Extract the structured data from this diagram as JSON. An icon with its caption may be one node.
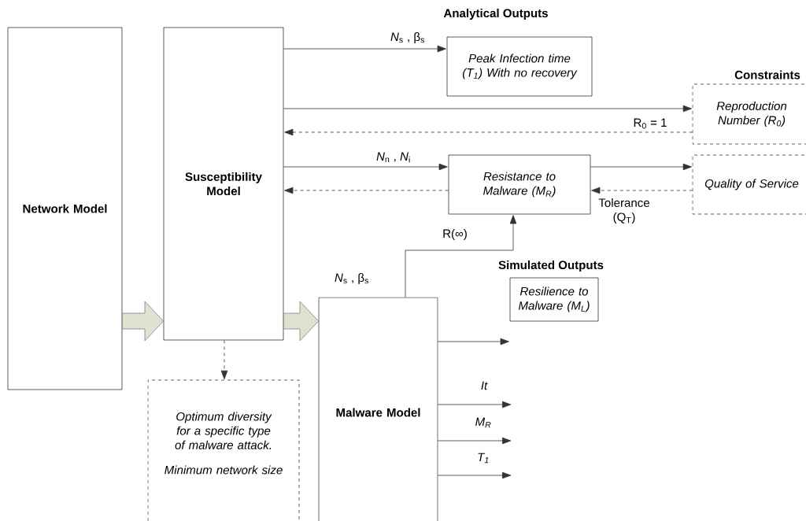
{
  "diagram": {
    "nodes": [
      {
        "text": [
          "Network Model"
        ]
      },
      {
        "text": [
          "Susceptibility Model"
        ]
      },
      {
        "text": [
          "Peak Infection time (T$_{1}$) With no recovery"
        ]
      },
      {
        "text": [
          "Reproduction Number (R$_{0}$)"
        ]
      },
      {
        "text": [
          "Resistance to Malware (M$_{R}$)"
        ]
      },
      {
        "text": [
          "Quality of Service"
        ]
      },
      {
        "text": [
          "Malware Model"
        ]
      },
      {
        "text": [
          "Resilience to Malware (M$_{L}$)"
        ]
      },
      {
        "text": [
          "Optimum diversity for a specific type of malware attack.",
          "Minimum network size"
        ]
      }
    ],
    "edges": [
      {
        "from": 1,
        "to": 2,
        "arrow": "to",
        "label": "*N*$_{s}$ , β$_{s}$"
      },
      {
        "from": 1,
        "to": 3,
        "arrow": "to"
      },
      {
        "from": 3,
        "to": 1,
        "arrow": "to",
        "style": "dashed",
        "label": "R$_{0}$ = 1"
      },
      {
        "from": 1,
        "to": 4,
        "arrow": "to",
        "label": "*N*$_{n}$ ,  *N*$_{i}$"
      },
      {
        "from": 4,
        "to": 1,
        "arrow": "to",
        "style": "dashed"
      },
      {
        "from": 4,
        "to": 5,
        "arrow": "to"
      },
      {
        "from": 5,
        "to": 4,
        "arrow": "to",
        "style": "dashed",
        "label": "Tolerance (Q$_{T}$)"
      },
      {
        "from": 6,
        "to": 4,
        "arrow": "to",
        "label": "R(∞)"
      },
      {
        "from": 0,
        "to": 1,
        "arrow": "to",
        "style": "thick",
        "color": "#dde3cf"
      },
      {
        "from": 1,
        "to": 6,
        "arrow": "to",
        "style": "thick",
        "color": "#dde3cf",
        "label": "*N*$_{s}$ , β$_{s}$"
      },
      {
        "from": 1,
        "to": 8,
        "arrow": "to",
        "style": "dashed"
      },
      {
        "from": 6,
        "to": 7,
        "arrow": "to"
      },
      {
        "from": 6,
        "to": null,
        "arrow": "to",
        "label": "It"
      },
      {
        "from": 6,
        "to": null,
        "arrow": "to",
        "label": "M$_{R}$"
      },
      {
        "from": 6,
        "to": null,
        "arrow": "to",
        "label": "T$_{1}$"
      }
    ],
    "labels": [
      "Analytical Outputs",
      "Constraints",
      "Simulated Outputs"
    ]
  }
}
